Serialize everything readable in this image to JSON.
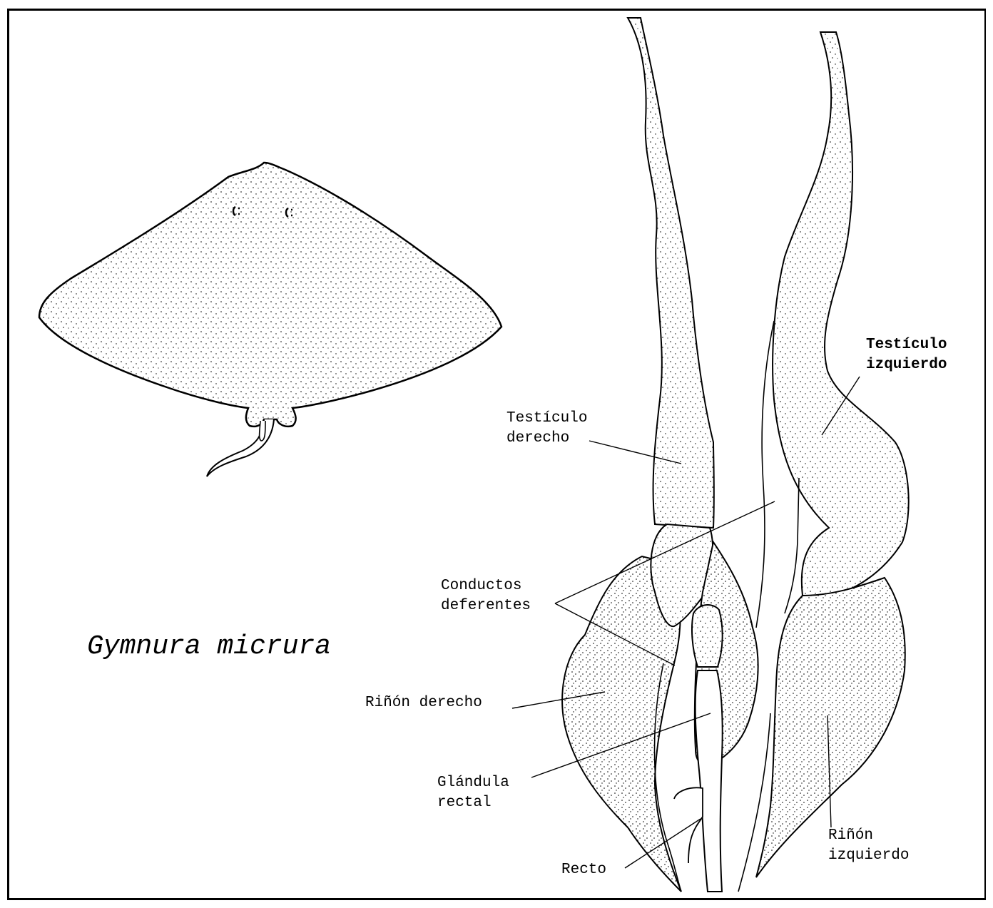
{
  "figure": {
    "species_name": "Gymnura micrura"
  },
  "labels": {
    "testiculo_izquierdo": {
      "line1": "Testículo",
      "line2": "izquierdo"
    },
    "testiculo_derecho": {
      "line1": "Testículo",
      "line2": "derecho"
    },
    "conductos_deferentes": {
      "line1": "Conductos",
      "line2": "deferentes"
    },
    "rinon_derecho": {
      "line1": "Riñón derecho"
    },
    "glandula_rectal": {
      "line1": "Glándula",
      "line2": "rectal"
    },
    "recto": {
      "line1": "Recto"
    },
    "rinon_izquierdo": {
      "line1": "Riñón",
      "line2": "izquierdo"
    }
  }
}
